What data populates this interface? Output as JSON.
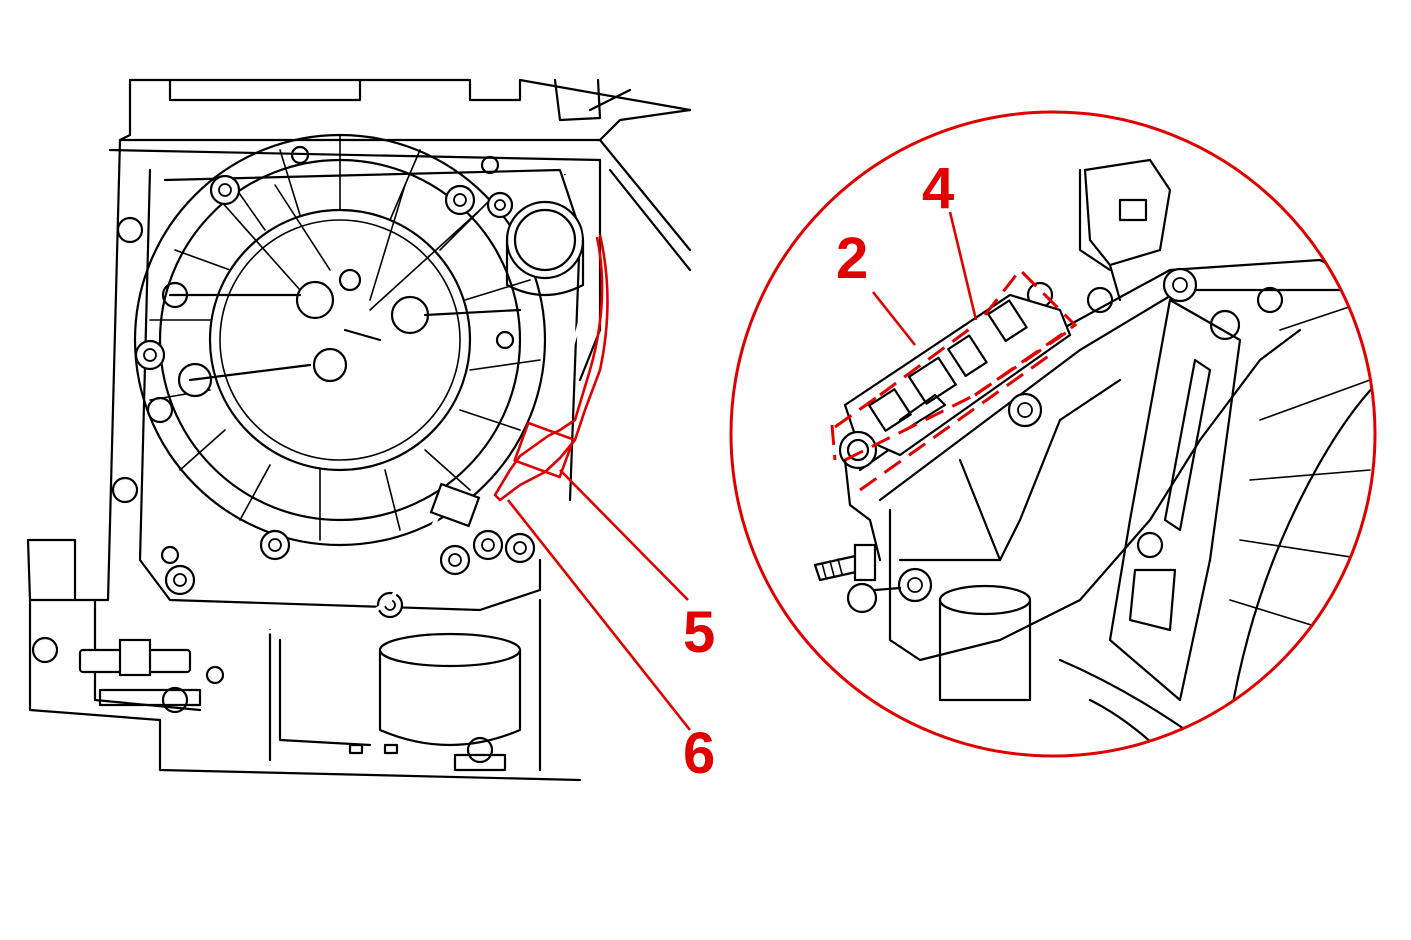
{
  "figure": {
    "callouts": [
      {
        "id": "callout-2",
        "label": "2"
      },
      {
        "id": "callout-4",
        "label": "4"
      },
      {
        "id": "callout-5",
        "label": "5"
      },
      {
        "id": "callout-6",
        "label": "6"
      }
    ],
    "colors": {
      "line_art": "#000000",
      "highlight": "#e00000",
      "background": "#ffffff"
    },
    "icons": [
      "transmission-housing-icon",
      "detail-magnifier-circle-icon",
      "wiring-harness-icon",
      "connector-icon",
      "torx-bolt-icon"
    ]
  }
}
